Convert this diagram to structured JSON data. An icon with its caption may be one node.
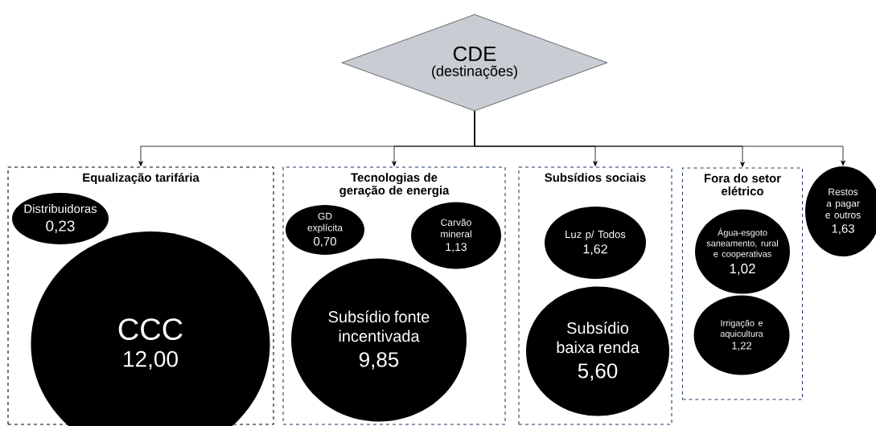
{
  "diagram": {
    "nodes": [
      {
        "text": [
          "CDE",
          "(destinações)"
        ]
      },
      {
        "text": [
          "Equalização tarifária"
        ]
      },
      {
        "text": [
          "Distribuidoras",
          "0,23"
        ],
        "in": 1
      },
      {
        "text": [
          "CCC",
          "12,00"
        ],
        "in": 1
      },
      {
        "text": [
          "Tecnologias de geração de energia"
        ]
      },
      {
        "text": [
          "GD explícita",
          "0,70"
        ],
        "in": 4
      },
      {
        "text": [
          "Carvão mineral",
          "1,13"
        ],
        "in": 4
      },
      {
        "text": [
          "Subsídio fonte incentivada",
          "9,85"
        ],
        "in": 4
      },
      {
        "text": [
          "Subsídios sociais"
        ]
      },
      {
        "text": [
          "Luz p/ Todos",
          "1,62"
        ],
        "in": 8
      },
      {
        "text": [
          "Subsídio baixa renda",
          "5,60"
        ],
        "in": 8
      },
      {
        "text": [
          "Fora do setor elétrico"
        ]
      },
      {
        "text": [
          "Água-esgoto saneamento, rural e cooperativas",
          "1,02"
        ],
        "in": 11
      },
      {
        "text": [
          "Irrigação e aquicultura",
          "1,22"
        ],
        "in": 11
      },
      {
        "text": [
          "Restos a pagar e outros",
          "1,63"
        ]
      }
    ],
    "edges": [
      {
        "from": 0,
        "to": 1,
        "arrow": "to"
      },
      {
        "from": 0,
        "to": 4,
        "arrow": "to"
      },
      {
        "from": 0,
        "to": 8,
        "arrow": "to"
      },
      {
        "from": 0,
        "to": 11,
        "arrow": "to"
      },
      {
        "from": 0,
        "to": 14,
        "arrow": "to"
      }
    ]
  }
}
